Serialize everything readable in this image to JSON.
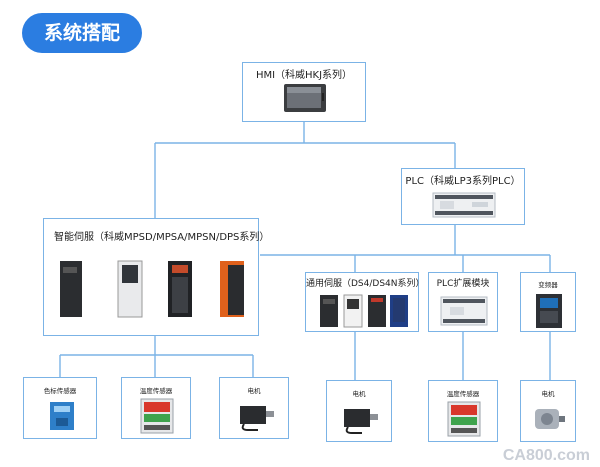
{
  "header": {
    "title": "系统搭配"
  },
  "hmi": {
    "label": "HMI（科威HKJ系列）"
  },
  "plc": {
    "label": "PLC（科威LP3系列PLC）"
  },
  "smart_servo": {
    "label": "智能伺服（科威MPSD/MPSA/MPSN/DPS系列）"
  },
  "general_servo": {
    "label": "通用伺服（DS4/DS4N系列）"
  },
  "plc_expansion": {
    "label": "PLC扩展模块"
  },
  "inverter": {
    "label": "变频器"
  },
  "leaf_nodes": {
    "color_sensor": "色标传感器",
    "temp_sensor_1": "温度传感器",
    "motor_1": "电机",
    "motor_2": "电机",
    "temp_sensor_2": "温度传感器",
    "motor_3": "电机"
  },
  "watermark": "CA800.com",
  "colors": {
    "accent": "#2b7de1",
    "border": "#7bb3e6"
  }
}
